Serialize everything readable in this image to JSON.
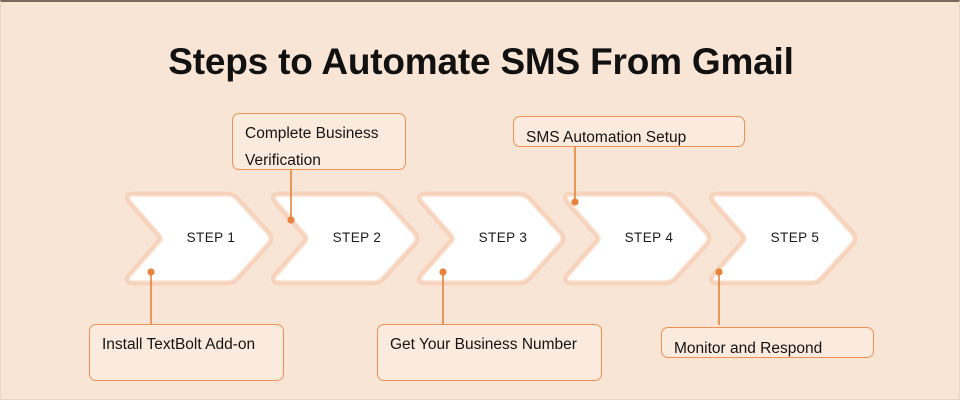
{
  "page": {
    "title": "Steps to Automate SMS From Gmail",
    "background_color": "#f9e5d6",
    "accent_color": "#ef9152",
    "connector_color": "#e8823c",
    "chevron_fill": "#ffffff",
    "chevron_glow": "#f6d3bb",
    "text_color": "#151515"
  },
  "steps": [
    {
      "label": "STEP 1"
    },
    {
      "label": "STEP 2"
    },
    {
      "label": "STEP 3"
    },
    {
      "label": "STEP 4"
    },
    {
      "label": "STEP 5"
    }
  ],
  "callouts_top": [
    {
      "text": "Complete Business Verification",
      "connects_to": "STEP 2"
    },
    {
      "text": "SMS Automation Setup",
      "connects_to": "STEP 4"
    }
  ],
  "callouts_bottom": [
    {
      "text": "Install TextBolt Add-on",
      "connects_to": "STEP 1"
    },
    {
      "text": "Get Your Business Number",
      "connects_to": "STEP 3"
    },
    {
      "text": "Monitor and Respond",
      "connects_to": "STEP 5"
    }
  ]
}
